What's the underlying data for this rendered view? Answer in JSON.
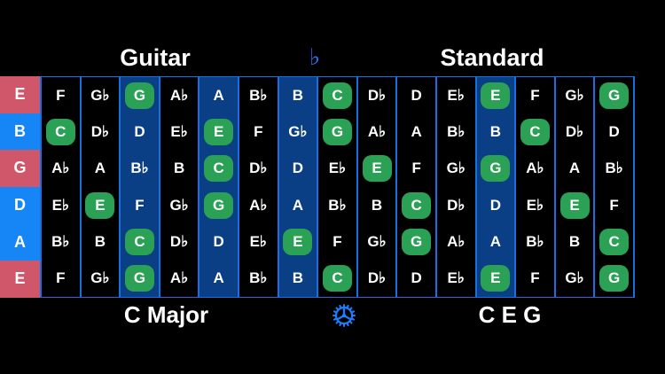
{
  "header": {
    "instrument": "Guitar",
    "accidental_toggle": "♭",
    "tuning": "Standard"
  },
  "footer": {
    "scale": "C Major",
    "settings_icon": "gear-icon",
    "notes": "C E G"
  },
  "colors": {
    "natural_string": "#d0566a",
    "accent_string": "#1685f5",
    "highlight_col": "#0a3f85",
    "chip": "#2aa154",
    "fret_line": "#1a6fe0"
  },
  "strings": [
    {
      "label": "E",
      "color": "#d0566a"
    },
    {
      "label": "B",
      "color": "#1685f5"
    },
    {
      "label": "G",
      "color": "#d0566a"
    },
    {
      "label": "D",
      "color": "#1685f5"
    },
    {
      "label": "A",
      "color": "#1685f5"
    },
    {
      "label": "E",
      "color": "#d0566a"
    }
  ],
  "highlighted_frets": [
    3,
    5,
    7,
    12
  ],
  "chord_notes": [
    "C",
    "E",
    "G"
  ],
  "fretboard": [
    [
      "F",
      "Gb",
      "G",
      "Ab",
      "A",
      "Bb",
      "B",
      "C",
      "Db",
      "D",
      "Eb",
      "E",
      "F",
      "Gb",
      "G"
    ],
    [
      "C",
      "Db",
      "D",
      "Eb",
      "E",
      "F",
      "Gb",
      "G",
      "Ab",
      "A",
      "Bb",
      "B",
      "C",
      "Db",
      "D"
    ],
    [
      "Ab",
      "A",
      "Bb",
      "B",
      "C",
      "Db",
      "D",
      "Eb",
      "E",
      "F",
      "Gb",
      "G",
      "Ab",
      "A",
      "Bb"
    ],
    [
      "Eb",
      "E",
      "F",
      "Gb",
      "G",
      "Ab",
      "A",
      "Bb",
      "B",
      "C",
      "Db",
      "D",
      "Eb",
      "E",
      "F"
    ],
    [
      "Bb",
      "B",
      "C",
      "Db",
      "D",
      "Eb",
      "E",
      "F",
      "Gb",
      "G",
      "Ab",
      "A",
      "Bb",
      "B",
      "C"
    ],
    [
      "F",
      "Gb",
      "G",
      "Ab",
      "A",
      "Bb",
      "B",
      "C",
      "Db",
      "D",
      "Eb",
      "E",
      "F",
      "Gb",
      "G"
    ]
  ]
}
